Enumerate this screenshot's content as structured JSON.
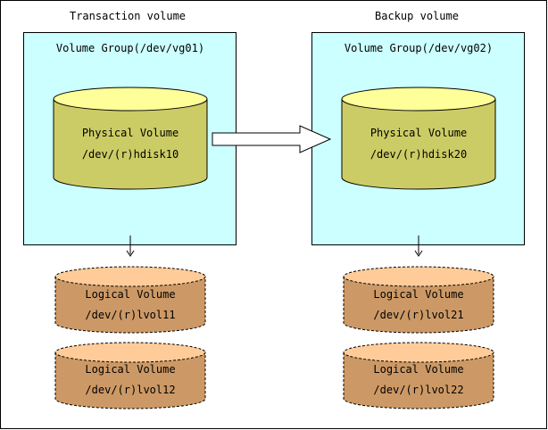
{
  "colors": {
    "panel_fill": "#ccffff",
    "physical_fill": "#cccc66",
    "physical_top": "#ffff99",
    "logical_fill": "#cc9966",
    "logical_top": "#ffcc99",
    "stroke": "#000000"
  },
  "transaction": {
    "title": "Transaction volume",
    "group_label": "Volume Group(/dev/vg01)",
    "physical": {
      "name": "Physical Volume",
      "path": "/dev/(r)hdisk10"
    },
    "logical": [
      {
        "name": "Logical Volume",
        "path": "/dev/(r)lvol11"
      },
      {
        "name": "Logical Volume",
        "path": "/dev/(r)lvol12"
      }
    ]
  },
  "backup": {
    "title": "Backup volume",
    "group_label": "Volume Group(/dev/vg02)",
    "physical": {
      "name": "Physical Volume",
      "path": "/dev/(r)hdisk20"
    },
    "logical": [
      {
        "name": "Logical Volume",
        "path": "/dev/(r)lvol21"
      },
      {
        "name": "Logical Volume",
        "path": "/dev/(r)lvol22"
      }
    ]
  }
}
